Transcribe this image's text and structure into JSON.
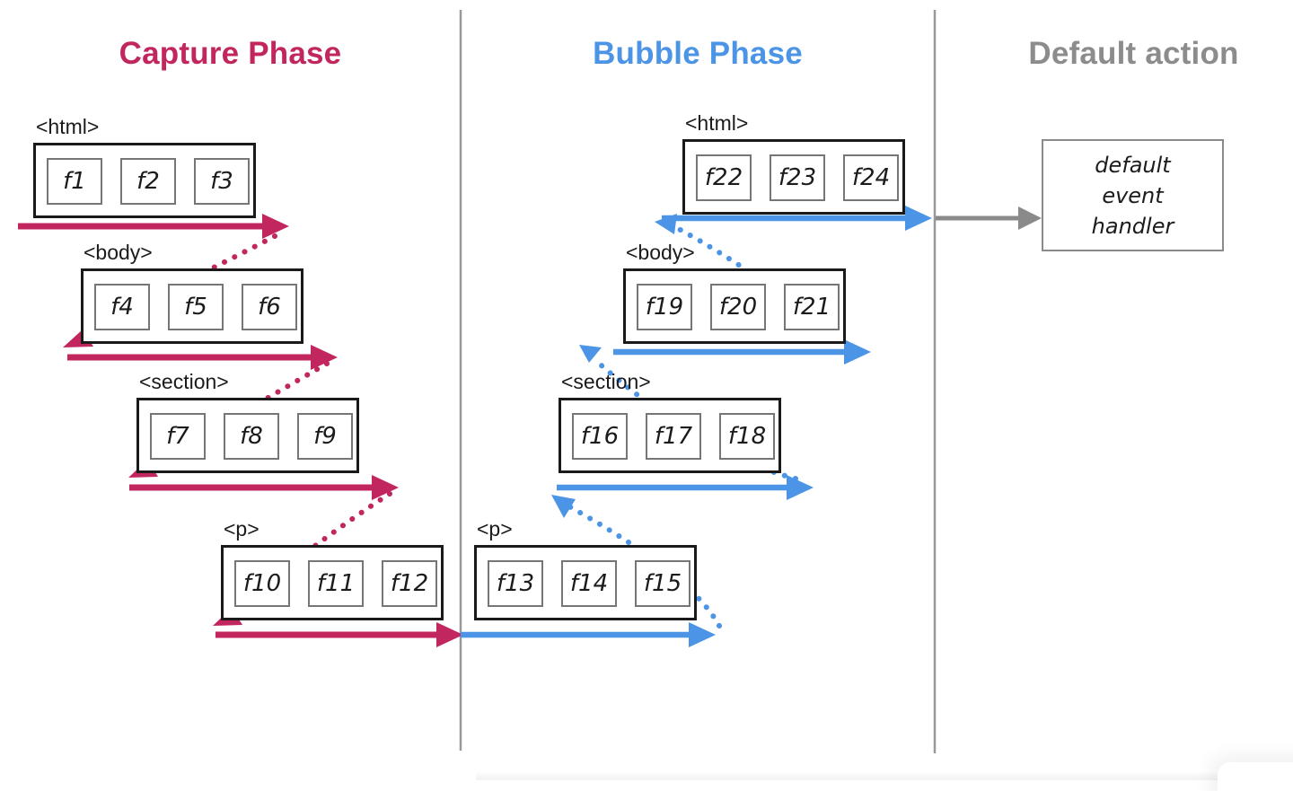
{
  "columns": {
    "capture": {
      "title": "Capture Phase",
      "color": "#c2265e"
    },
    "bubble": {
      "title": "Bubble Phase",
      "color": "#4b94e6"
    },
    "default_action": {
      "title": "Default action",
      "color": "#8c8c8c"
    }
  },
  "capture": {
    "nodes": [
      {
        "tag": "<html>",
        "handlers": [
          "f1",
          "f2",
          "f3"
        ]
      },
      {
        "tag": "<body>",
        "handlers": [
          "f4",
          "f5",
          "f6"
        ]
      },
      {
        "tag": "<section>",
        "handlers": [
          "f7",
          "f8",
          "f9"
        ]
      },
      {
        "tag": "<p>",
        "handlers": [
          "f10",
          "f11",
          "f12"
        ]
      }
    ]
  },
  "bubble": {
    "nodes": [
      {
        "tag": "<p>",
        "handlers": [
          "f13",
          "f14",
          "f15"
        ]
      },
      {
        "tag": "<section>",
        "handlers": [
          "f16",
          "f17",
          "f18"
        ]
      },
      {
        "tag": "<body>",
        "handlers": [
          "f19",
          "f20",
          "f21"
        ]
      },
      {
        "tag": "<html>",
        "handlers": [
          "f22",
          "f23",
          "f24"
        ]
      }
    ]
  },
  "default_handler_box": {
    "lines": [
      "default",
      "event",
      "handler"
    ]
  }
}
